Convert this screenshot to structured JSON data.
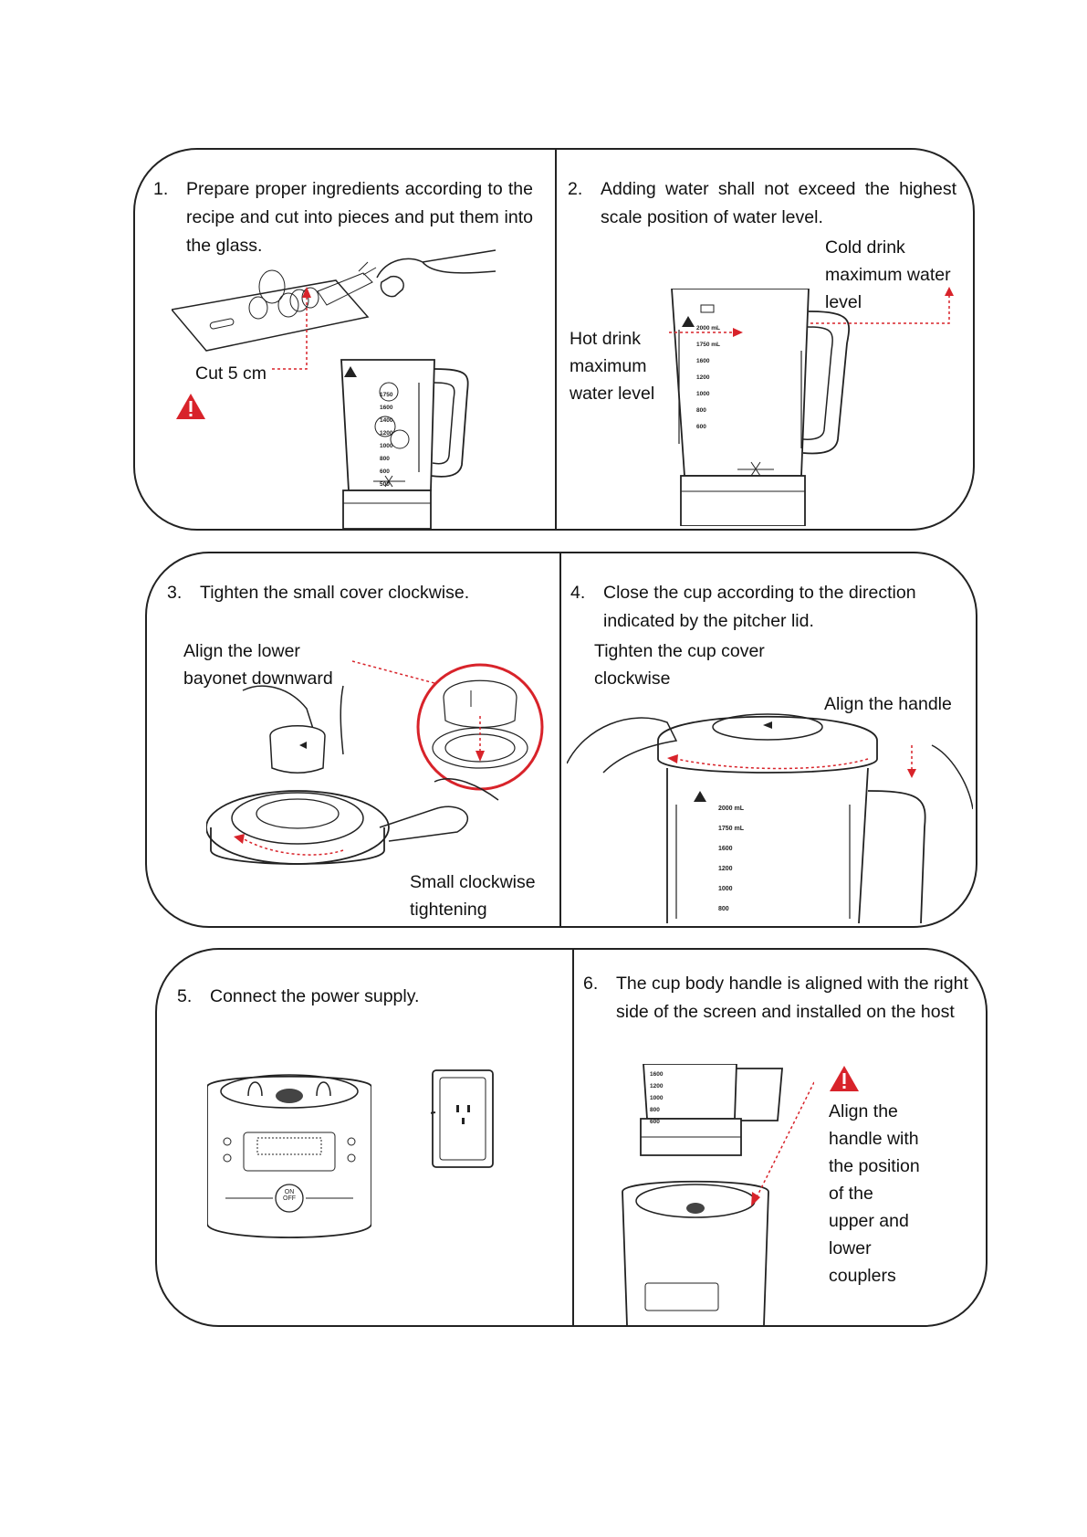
{
  "panels": [
    {
      "left": {
        "step": {
          "number": "1.",
          "text": "Prepare proper ingredients according to the recipe and cut into pieces and put them into the glass."
        },
        "labels": {
          "cut": "Cut 5 cm"
        },
        "pitcher_scale": [
          "1750",
          "1600",
          "1400",
          "1200",
          "1000",
          "800",
          "600",
          "500"
        ]
      },
      "right": {
        "step": {
          "number": "2.",
          "text": "Adding water shall not exceed the highest scale position of water level."
        },
        "labels": {
          "cold": "Cold drink maximum water level",
          "hot": "Hot drink maximum water level"
        },
        "pitcher_scale": [
          "2000 mL",
          "1750 mL",
          "1600",
          "1200",
          "1000",
          "800",
          "600"
        ]
      }
    },
    {
      "left": {
        "step": {
          "number": "3.",
          "text": "Tighten the small cover clockwise."
        },
        "labels": {
          "align": "Align the lower bayonet downward",
          "small": "Small clockwise tightening"
        }
      },
      "right": {
        "step": {
          "number": "4.",
          "text": "Close the cup according to the direction indicated by the pitcher lid."
        },
        "labels": {
          "tighten": "Tighten the cup cover clockwise",
          "handle": "Align the handle"
        },
        "pitcher_scale": [
          "2000 mL",
          "1750 mL",
          "1600",
          "1200",
          "1000",
          "800"
        ]
      }
    },
    {
      "left": {
        "step": {
          "number": "5.",
          "text": "Connect the power supply."
        },
        "device_labels": {
          "onoff": "ON OFF"
        }
      },
      "right": {
        "step": {
          "number": "6.",
          "text": "The cup body handle is aligned with the right side of the screen and installed on the host"
        },
        "labels": {
          "align": "Align the handle with the position of the upper and lower couplers"
        },
        "pitcher_scale": [
          "1600",
          "1200",
          "1000",
          "800",
          "600"
        ]
      }
    }
  ],
  "colors": {
    "accent": "#d8232a",
    "line": "#222222"
  },
  "icons": [
    "warning-triangle-icon"
  ]
}
